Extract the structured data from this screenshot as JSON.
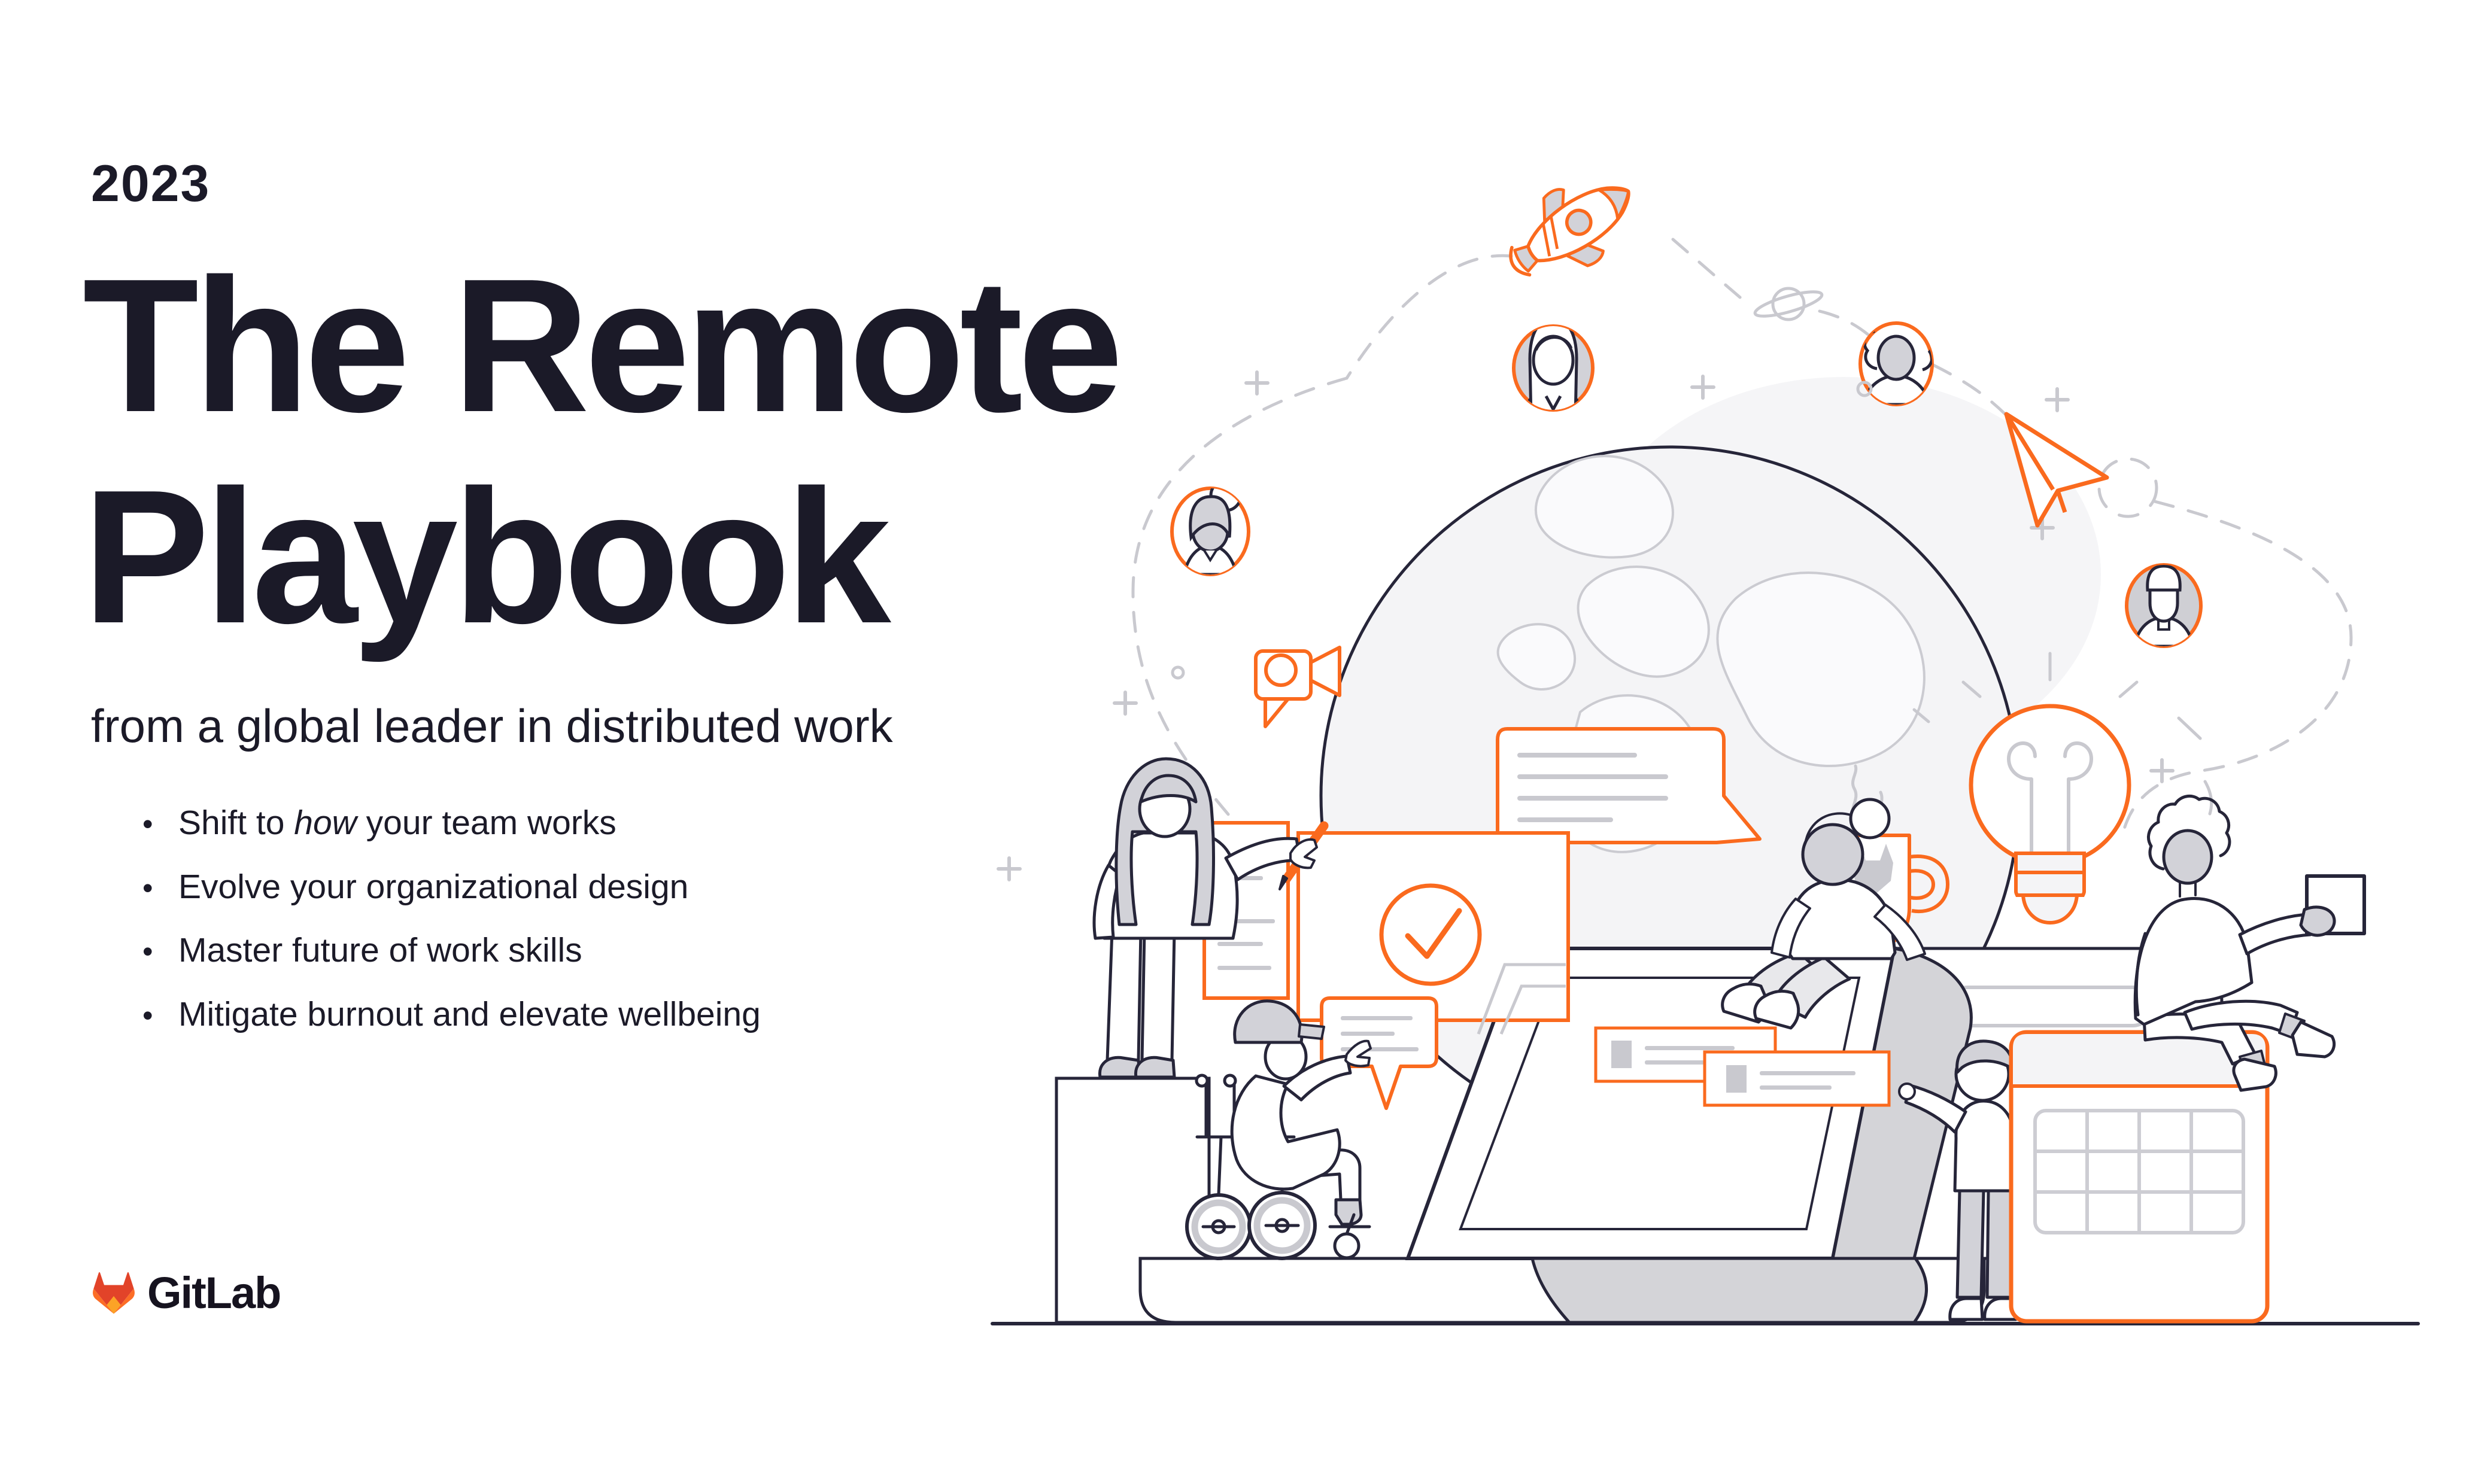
{
  "hero": {
    "year": "2023",
    "title_line1": "The Remote",
    "title_line2": "Playbook",
    "subtitle": "from a global leader in distributed work"
  },
  "bullets": [
    {
      "pre": "Shift to ",
      "em": "how",
      "post": " your team works"
    },
    {
      "pre": "Evolve your organizational design",
      "em": "",
      "post": ""
    },
    {
      "pre": "Master future of work skills",
      "em": "",
      "post": ""
    },
    {
      "pre": "Mitigate burnout and elevate wellbeing",
      "em": "",
      "post": ""
    }
  ],
  "brand": {
    "name": "GitLab"
  },
  "colors": {
    "accent_orange": "#FA6A1E",
    "ink": "#1B1A28",
    "line_dark": "#262539",
    "gray_fill": "#D2D2D8",
    "gray_light": "#F4F4F6",
    "gray_line": "#C9C9CF",
    "logo_red": "#E24329",
    "logo_orange": "#FC6D26",
    "logo_yellow": "#FCA326"
  },
  "illustration": {
    "alt": "Line illustration of a distributed team collaborating around a giant laptop and globe",
    "elements": [
      "globe-icon",
      "rocket-icon",
      "paper-plane-icon",
      "lightbulb-icon",
      "coffee-mug-icon",
      "video-camera-icon",
      "calendar-icon",
      "check-card",
      "document-card",
      "form-cards",
      "speech-bubbles",
      "avatar-circles",
      "laptop-icon",
      "saturn-icon",
      "wheelchair-user",
      "dashed-travel-path",
      "tanuki-icon"
    ]
  }
}
